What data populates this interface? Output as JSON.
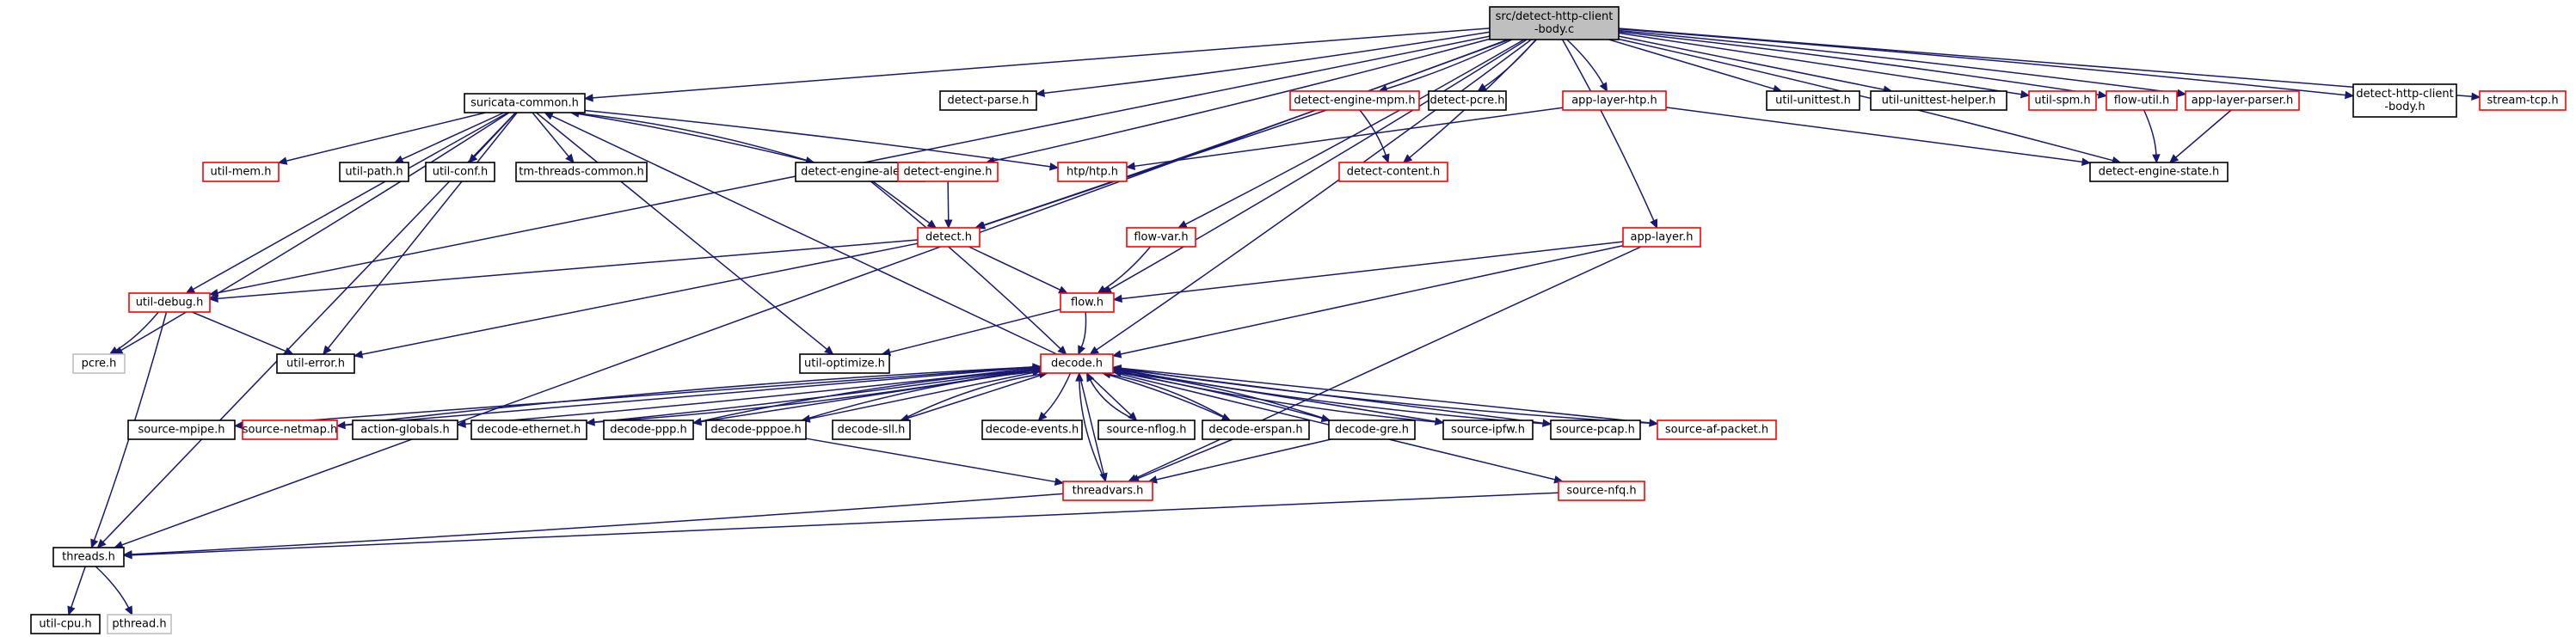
{
  "colors": {
    "edge": "#191970",
    "border_normal": "#000000",
    "border_missing": "#ff0000",
    "border_system": "#bfbfbf",
    "fill_root": "#bfbfbf",
    "fill_default": "#ffffff",
    "text": "#000000"
  },
  "nodes": [
    {
      "id": "root",
      "lines": [
        "src/detect-http-client",
        "-body.c"
      ],
      "kind": "root"
    },
    {
      "id": "suricata_common",
      "lines": [
        "suricata-common.h"
      ],
      "kind": "normal"
    },
    {
      "id": "detect_parse",
      "lines": [
        "detect-parse.h"
      ],
      "kind": "normal"
    },
    {
      "id": "detect_engine_mpm",
      "lines": [
        "detect-engine-mpm.h"
      ],
      "kind": "missing"
    },
    {
      "id": "detect_pcre",
      "lines": [
        "detect-pcre.h"
      ],
      "kind": "normal"
    },
    {
      "id": "app_layer_htp",
      "lines": [
        "app-layer-htp.h"
      ],
      "kind": "missing"
    },
    {
      "id": "util_unittest",
      "lines": [
        "util-unittest.h"
      ],
      "kind": "normal"
    },
    {
      "id": "util_unittest_helper",
      "lines": [
        "util-unittest-helper.h"
      ],
      "kind": "normal"
    },
    {
      "id": "util_spm",
      "lines": [
        "util-spm.h"
      ],
      "kind": "missing"
    },
    {
      "id": "flow_util",
      "lines": [
        "flow-util.h"
      ],
      "kind": "missing"
    },
    {
      "id": "app_layer_parser",
      "lines": [
        "app-layer-parser.h"
      ],
      "kind": "missing"
    },
    {
      "id": "detect_http_client_body_h",
      "lines": [
        "detect-http-client",
        "-body.h"
      ],
      "kind": "normal"
    },
    {
      "id": "stream_tcp",
      "lines": [
        "stream-tcp.h"
      ],
      "kind": "missing"
    },
    {
      "id": "util_mem",
      "lines": [
        "util-mem.h"
      ],
      "kind": "missing"
    },
    {
      "id": "util_path",
      "lines": [
        "util-path.h"
      ],
      "kind": "normal"
    },
    {
      "id": "util_conf",
      "lines": [
        "util-conf.h"
      ],
      "kind": "normal"
    },
    {
      "id": "tm_threads_common",
      "lines": [
        "tm-threads-common.h"
      ],
      "kind": "normal"
    },
    {
      "id": "detect_engine_alert",
      "lines": [
        "detect-engine-alert.h"
      ],
      "kind": "normal"
    },
    {
      "id": "detect_engine",
      "lines": [
        "detect-engine.h"
      ],
      "kind": "missing"
    },
    {
      "id": "htp_htp",
      "lines": [
        "htp/htp.h"
      ],
      "kind": "missing"
    },
    {
      "id": "detect_content",
      "lines": [
        "detect-content.h"
      ],
      "kind": "missing"
    },
    {
      "id": "detect_engine_state",
      "lines": [
        "detect-engine-state.h"
      ],
      "kind": "normal"
    },
    {
      "id": "detect_h",
      "lines": [
        "detect.h"
      ],
      "kind": "missing"
    },
    {
      "id": "flow_var",
      "lines": [
        "flow-var.h"
      ],
      "kind": "missing"
    },
    {
      "id": "app_layer",
      "lines": [
        "app-layer.h"
      ],
      "kind": "missing"
    },
    {
      "id": "util_debug",
      "lines": [
        "util-debug.h"
      ],
      "kind": "missing"
    },
    {
      "id": "flow_h",
      "lines": [
        "flow.h"
      ],
      "kind": "missing"
    },
    {
      "id": "pcre_h",
      "lines": [
        "pcre.h"
      ],
      "kind": "system"
    },
    {
      "id": "util_error",
      "lines": [
        "util-error.h"
      ],
      "kind": "normal"
    },
    {
      "id": "util_optimize",
      "lines": [
        "util-optimize.h"
      ],
      "kind": "normal"
    },
    {
      "id": "decode_h",
      "lines": [
        "decode.h"
      ],
      "kind": "missing"
    },
    {
      "id": "source_mpipe",
      "lines": [
        "source-mpipe.h"
      ],
      "kind": "normal"
    },
    {
      "id": "source_netmap",
      "lines": [
        "source-netmap.h"
      ],
      "kind": "missing"
    },
    {
      "id": "action_globals",
      "lines": [
        "action-globals.h"
      ],
      "kind": "normal"
    },
    {
      "id": "decode_ethernet",
      "lines": [
        "decode-ethernet.h"
      ],
      "kind": "normal"
    },
    {
      "id": "decode_ppp",
      "lines": [
        "decode-ppp.h"
      ],
      "kind": "normal"
    },
    {
      "id": "decode_pppoe",
      "lines": [
        "decode-pppoe.h"
      ],
      "kind": "normal"
    },
    {
      "id": "decode_sll",
      "lines": [
        "decode-sll.h"
      ],
      "kind": "normal"
    },
    {
      "id": "decode_events",
      "lines": [
        "decode-events.h"
      ],
      "kind": "normal"
    },
    {
      "id": "source_nflog",
      "lines": [
        "source-nflog.h"
      ],
      "kind": "normal"
    },
    {
      "id": "decode_erspan",
      "lines": [
        "decode-erspan.h"
      ],
      "kind": "normal"
    },
    {
      "id": "decode_gre",
      "lines": [
        "decode-gre.h"
      ],
      "kind": "normal"
    },
    {
      "id": "source_ipfw",
      "lines": [
        "source-ipfw.h"
      ],
      "kind": "normal"
    },
    {
      "id": "source_pcap",
      "lines": [
        "source-pcap.h"
      ],
      "kind": "normal"
    },
    {
      "id": "source_af_packet",
      "lines": [
        "source-af-packet.h"
      ],
      "kind": "missing"
    },
    {
      "id": "threadvars",
      "lines": [
        "threadvars.h"
      ],
      "kind": "missing"
    },
    {
      "id": "source_nfq",
      "lines": [
        "source-nfq.h"
      ],
      "kind": "missing"
    },
    {
      "id": "threads_h",
      "lines": [
        "threads.h"
      ],
      "kind": "normal"
    },
    {
      "id": "util_cpu",
      "lines": [
        "util-cpu.h"
      ],
      "kind": "normal"
    },
    {
      "id": "pthread_h",
      "lines": [
        "pthread.h"
      ],
      "kind": "system"
    }
  ],
  "edges": [
    [
      "root",
      "suricata_common"
    ],
    [
      "root",
      "detect_parse"
    ],
    [
      "root",
      "detect_engine_mpm"
    ],
    [
      "root",
      "detect_pcre"
    ],
    [
      "root",
      "app_layer_htp"
    ],
    [
      "root",
      "util_unittest"
    ],
    [
      "root",
      "util_unittest_helper"
    ],
    [
      "root",
      "util_spm"
    ],
    [
      "root",
      "flow_util"
    ],
    [
      "root",
      "app_layer_parser"
    ],
    [
      "root",
      "detect_http_client_body_h"
    ],
    [
      "root",
      "stream_tcp"
    ],
    [
      "root",
      "detect_engine"
    ],
    [
      "root",
      "detect_h"
    ],
    [
      "root",
      "flow_var"
    ],
    [
      "root",
      "flow_h"
    ],
    [
      "root",
      "detect_content"
    ],
    [
      "root",
      "app_layer"
    ],
    [
      "root",
      "decode_h"
    ],
    [
      "root",
      "detect_engine_state"
    ],
    [
      "root",
      "threads_h"
    ],
    [
      "root",
      "util_debug"
    ],
    [
      "suricata_common",
      "util_mem"
    ],
    [
      "suricata_common",
      "util_path"
    ],
    [
      "suricata_common",
      "util_conf"
    ],
    [
      "suricata_common",
      "tm_threads_common"
    ],
    [
      "suricata_common",
      "detect_engine_alert"
    ],
    [
      "suricata_common",
      "htp_htp"
    ],
    [
      "suricata_common",
      "util_debug"
    ],
    [
      "suricata_common",
      "pcre_h"
    ],
    [
      "suricata_common",
      "util_error"
    ],
    [
      "suricata_common",
      "util_optimize"
    ],
    [
      "suricata_common",
      "threads_h"
    ],
    [
      "detect_engine_alert",
      "suricata_common"
    ],
    [
      "detect_engine_alert",
      "detect_h"
    ],
    [
      "detect_engine_alert",
      "decode_h"
    ],
    [
      "detect_engine",
      "detect_h"
    ],
    [
      "detect_engine_mpm",
      "detect_content"
    ],
    [
      "detect_engine_mpm",
      "detect_h"
    ],
    [
      "app_layer_htp",
      "htp_htp"
    ],
    [
      "app_layer_htp",
      "detect_engine_state"
    ],
    [
      "flow_util",
      "detect_engine_state"
    ],
    [
      "app_layer_parser",
      "detect_engine_state"
    ],
    [
      "detect_h",
      "util_debug"
    ],
    [
      "detect_h",
      "util_error"
    ],
    [
      "detect_h",
      "flow_h"
    ],
    [
      "flow_var",
      "flow_h"
    ],
    [
      "app_layer",
      "flow_h"
    ],
    [
      "app_layer",
      "decode_h"
    ],
    [
      "app_layer",
      "threadvars"
    ],
    [
      "flow_h",
      "decode_h"
    ],
    [
      "flow_h",
      "util_optimize"
    ],
    [
      "util_debug",
      "pcre_h"
    ],
    [
      "util_debug",
      "util_error"
    ],
    [
      "util_debug",
      "threads_h"
    ],
    [
      "decode_h",
      "suricata_common"
    ],
    [
      "decode_h",
      "source_mpipe"
    ],
    [
      "decode_h",
      "source_netmap"
    ],
    [
      "decode_h",
      "action_globals"
    ],
    [
      "decode_h",
      "decode_ethernet"
    ],
    [
      "decode_h",
      "decode_ppp"
    ],
    [
      "decode_h",
      "decode_pppoe"
    ],
    [
      "decode_h",
      "decode_sll"
    ],
    [
      "decode_h",
      "decode_events"
    ],
    [
      "decode_h",
      "source_nflog"
    ],
    [
      "decode_h",
      "decode_erspan"
    ],
    [
      "decode_h",
      "decode_gre"
    ],
    [
      "decode_h",
      "source_ipfw"
    ],
    [
      "decode_h",
      "source_pcap"
    ],
    [
      "decode_h",
      "source_af_packet"
    ],
    [
      "decode_h",
      "threadvars"
    ],
    [
      "decode_h",
      "source_nfq"
    ],
    [
      "source_netmap",
      "decode_h"
    ],
    [
      "decode_ethernet",
      "decode_h"
    ],
    [
      "decode_ppp",
      "decode_h"
    ],
    [
      "decode_pppoe",
      "decode_h"
    ],
    [
      "decode_sll",
      "decode_h"
    ],
    [
      "source_nflog",
      "decode_h"
    ],
    [
      "decode_erspan",
      "decode_h"
    ],
    [
      "decode_gre",
      "decode_h"
    ],
    [
      "source_ipfw",
      "decode_h"
    ],
    [
      "source_pcap",
      "decode_h"
    ],
    [
      "source_af_packet",
      "decode_h"
    ],
    [
      "threadvars",
      "decode_h"
    ],
    [
      "decode_pppoe",
      "threadvars"
    ],
    [
      "decode_erspan",
      "threadvars"
    ],
    [
      "decode_gre",
      "threadvars"
    ],
    [
      "threadvars",
      "threads_h"
    ],
    [
      "source_nfq",
      "threads_h"
    ],
    [
      "threads_h",
      "util_cpu"
    ],
    [
      "threads_h",
      "pthread_h"
    ]
  ]
}
